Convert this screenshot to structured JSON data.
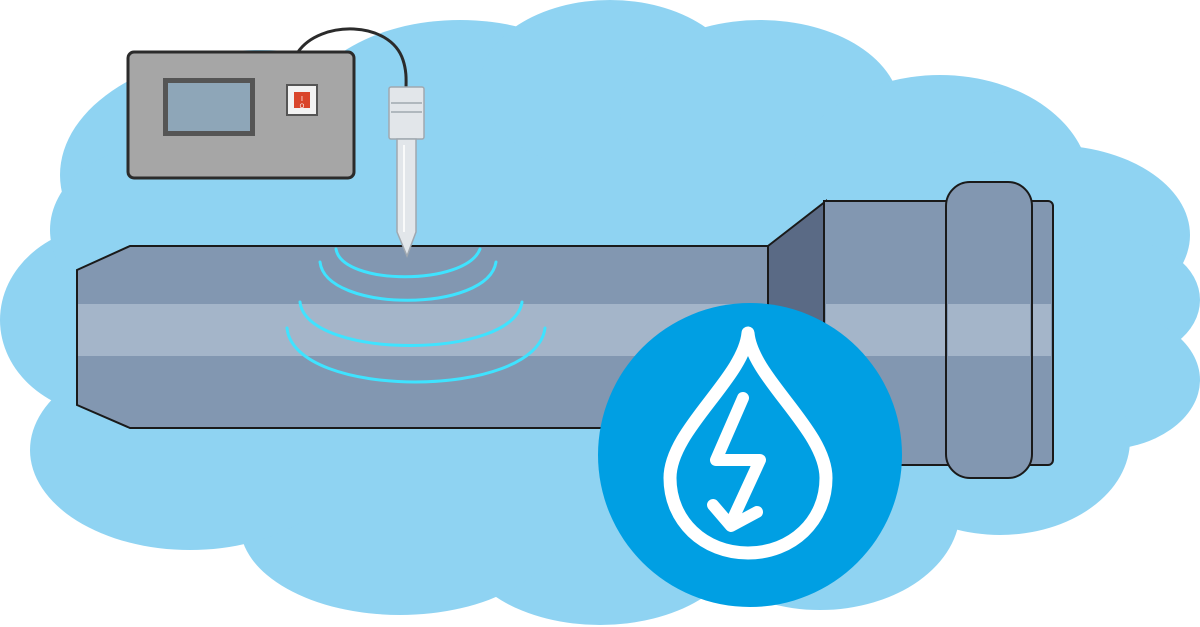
{
  "scene": {
    "subject": "pipe-leak-detection",
    "colors": {
      "background": "#ffffff",
      "cloud": "#8fd3f2",
      "pipe_body": "#8297b1",
      "pipe_highlight": "#a4b5c9",
      "pipe_shadow": "#5a6a85",
      "pipe_outline": "#1a1a1a",
      "device_body": "#a6a6a6",
      "device_screen": "#8ea6b8",
      "device_screen_frame": "#555555",
      "switch_red": "#d9452b",
      "probe_body": "#e2e6ea",
      "sound_waves": "#3fe3ff",
      "badge": "#009fe3",
      "badge_icon": "#ffffff"
    },
    "icons": {
      "device": "leak-detector-device",
      "switch": "power-switch-icon",
      "probe": "acoustic-probe",
      "waves": "sound-wave-icon",
      "badge": "water-drop-lightning-icon"
    }
  }
}
